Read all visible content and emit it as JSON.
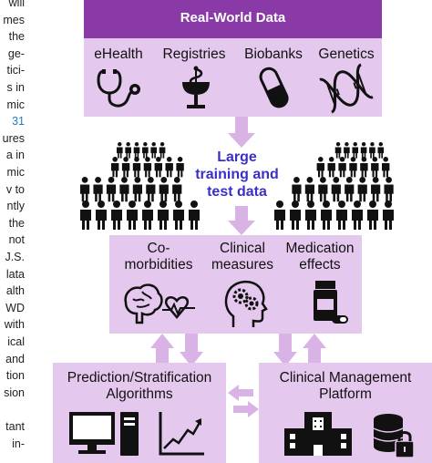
{
  "left_text": [
    {
      "text": "will",
      "link": false
    },
    {
      "text": "mes",
      "link": false
    },
    {
      "text": "the",
      "link": false
    },
    {
      "text": "ge-",
      "link": false
    },
    {
      "text": "tici-",
      "link": false
    },
    {
      "text": "s in",
      "link": false
    },
    {
      "text": "mic",
      "link": false
    },
    {
      "text": "31",
      "link": true
    },
    {
      "text": "ures",
      "link": false
    },
    {
      "text": "a in",
      "link": false
    },
    {
      "text": "mic",
      "link": false
    },
    {
      "text": "v to",
      "link": false
    },
    {
      "text": "ntly",
      "link": false
    },
    {
      "text": "the",
      "link": false
    },
    {
      "text": "not",
      "link": false
    },
    {
      "text": "J.S.",
      "link": false
    },
    {
      "text": "lata",
      "link": false
    },
    {
      "text": "alth",
      "link": false
    },
    {
      "text": "WD",
      "link": false
    },
    {
      "text": "with",
      "link": false
    },
    {
      "text": "ical",
      "link": false
    },
    {
      "text": "and",
      "link": false
    },
    {
      "text": "tion",
      "link": false
    },
    {
      "text": "sion",
      "link": false
    },
    {
      "text": "",
      "link": false
    },
    {
      "text": "tant",
      "link": false
    },
    {
      "text": "in-",
      "link": false
    }
  ],
  "real_world_data": {
    "title": "Real-World Data",
    "sources": [
      {
        "label": "eHealth",
        "icon": "stethoscope-icon"
      },
      {
        "label": "Registries",
        "icon": "caduceus-icon"
      },
      {
        "label": "Biobanks",
        "icon": "test-tube-icon"
      },
      {
        "label": "Genetics",
        "icon": "dna-icon"
      }
    ]
  },
  "training": {
    "line1": "Large",
    "line2": "training and",
    "line3": "test data"
  },
  "outcomes": {
    "comorbidities": {
      "line1": "Co-",
      "line2": "morbidities",
      "icon": "brain-heart-icon"
    },
    "clinical_measures": {
      "line1": "Clinical",
      "line2": "measures",
      "icon": "head-gears-icon"
    },
    "medication_effects": {
      "line1": "Medication",
      "line2": "effects",
      "icon": "pill-bottle-icon"
    }
  },
  "prediction": {
    "line1": "Prediction/Stratification",
    "line2": "Algorithms",
    "icons": [
      "computer-icon",
      "trend-chart-icon"
    ]
  },
  "management": {
    "line1": "Clinical Management",
    "line2": "Platform",
    "icons": [
      "hospital-icon",
      "secure-database-icon"
    ]
  },
  "colors": {
    "panel": "#e5c8ee",
    "header": "#8a3aa6",
    "arrow": "#d9b3e6",
    "highlight_text": "#3b2fc9",
    "crowd": "#111111"
  }
}
